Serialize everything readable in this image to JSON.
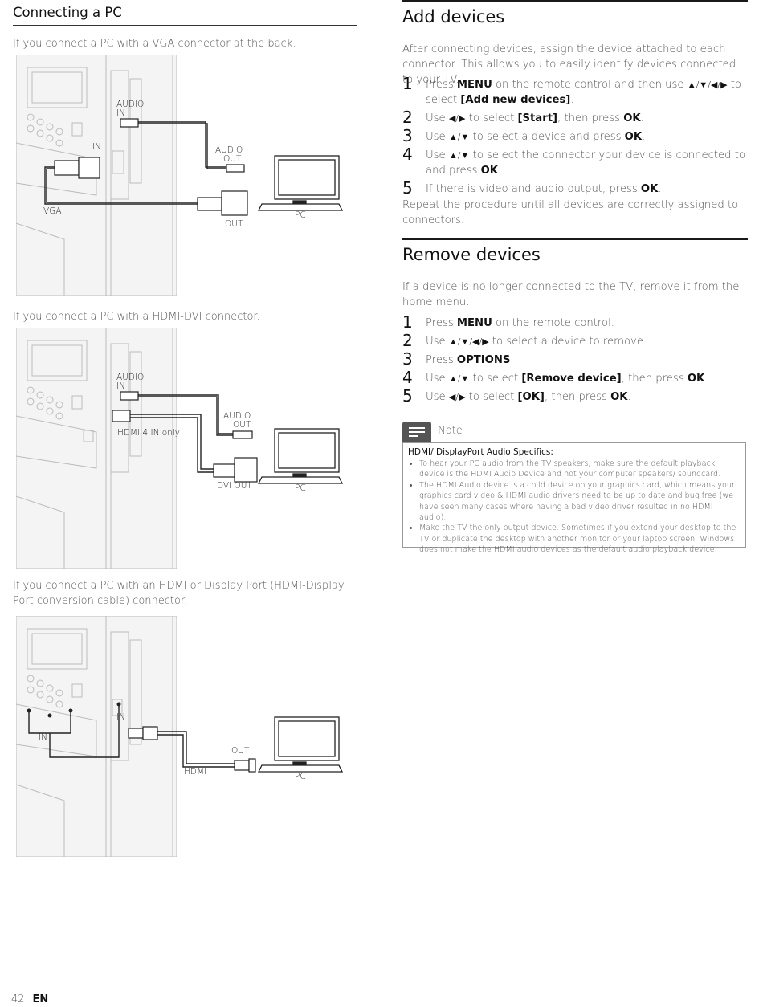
{
  "left": {
    "title": "Connecting a PC",
    "captions": [
      "If you connect a PC with a VGA connector at the back.",
      "If you connect a PC with a HDMI-DVI connector.",
      "If you connect a PC with an HDMI or Display Port (HDMI-Display Port conversion cable) connector."
    ],
    "diagram1": {
      "audio_in": [
        "AUDIO",
        "IN"
      ],
      "in": "IN",
      "audio_out": [
        "AUDIO",
        "OUT"
      ],
      "vga": "VGA",
      "out": "OUT",
      "pc": "PC"
    },
    "diagram2": {
      "audio_in": [
        "AUDIO",
        "IN"
      ],
      "hdmi4": "HDMI 4 IN only",
      "audio_out": [
        "AUDIO",
        "OUT"
      ],
      "dvi_out": "DVI OUT",
      "pc": "PC"
    },
    "diagram3": {
      "in_right": "IN",
      "in_left": "IN",
      "out": "OUT",
      "hdmi": "HDMI",
      "pc": "PC"
    }
  },
  "add_devices": {
    "title": "Add devices",
    "intro": "After connecting devices, assign the device attached to each connector. This allows you to easily identify devices connected to your TV.",
    "steps": [
      {
        "num": "1",
        "a": "Press ",
        "b1": "MENU",
        "c": " on the remote control and then use ",
        "arrows": "▲/▼/◀/▶",
        "d": " to select ",
        "b2": "[Add new devices]",
        "e": "."
      },
      {
        "num": "2",
        "a": "Use ",
        "arrows": "◀/▶",
        "c": " to select ",
        "b1": "[Start]",
        "d": ", then press ",
        "b2": "OK",
        "e": "."
      },
      {
        "num": "3",
        "a": "Use ",
        "arrows": "▲/▼",
        "c": " to select a device and press ",
        "b1": "OK",
        "e": "."
      },
      {
        "num": "4",
        "a": "Use ",
        "arrows": "▲/▼",
        "c": " to select the connector your device is connected to and press ",
        "b1": "OK",
        "e": "."
      },
      {
        "num": "5",
        "a": "If there is video and audio output, press ",
        "b1": "OK",
        "e": "."
      }
    ],
    "outro": "Repeat the procedure until all devices are correctly assigned to connectors."
  },
  "remove_devices": {
    "title": "Remove devices",
    "intro": "If a device is no longer connected to the TV, remove it from the home menu.",
    "steps": [
      {
        "num": "1",
        "a": "Press ",
        "b1": "MENU",
        "e": " on the remote control."
      },
      {
        "num": "2",
        "a": "Use ",
        "arrows": "▲/▼/◀/▶",
        "c": " to select a device to remove."
      },
      {
        "num": "3",
        "a": "Press ",
        "b1": "OPTIONS",
        "e": "."
      },
      {
        "num": "4",
        "a": "Use ",
        "arrows": "▲/▼",
        "c": " to select ",
        "b1": "[Remove device]",
        "d": ", then press ",
        "b2": "OK",
        "e": "."
      },
      {
        "num": "5",
        "a": "Use ",
        "arrows": "◀/▶",
        "c": " to select ",
        "b1": "[OK]",
        "d": ", then press ",
        "b2": "OK",
        "e": "."
      }
    ]
  },
  "note": {
    "label": "Note",
    "title": "HDMI/ DisplayPort Audio Specifics:",
    "items": [
      "To hear your PC audio from the TV speakers, make sure the default playback device is the HDMI Audio Device and not your computer speakers/ soundcard.",
      "The HDMI Audio device is a child device on your graphics card, which means your graphics card video & HDMI audio drivers need to be up to date and bug free (we have seen many cases where having a bad video driver resulted in no HDMI audio).",
      "Make the TV the only output device. Sometimes if you extend your desktop to the TV or duplicate the desktop with another monitor or your laptop screen, Windows does not make the HDMI audio devices as the default audio playback device."
    ]
  },
  "footer": {
    "page": "42",
    "lang": "EN"
  }
}
